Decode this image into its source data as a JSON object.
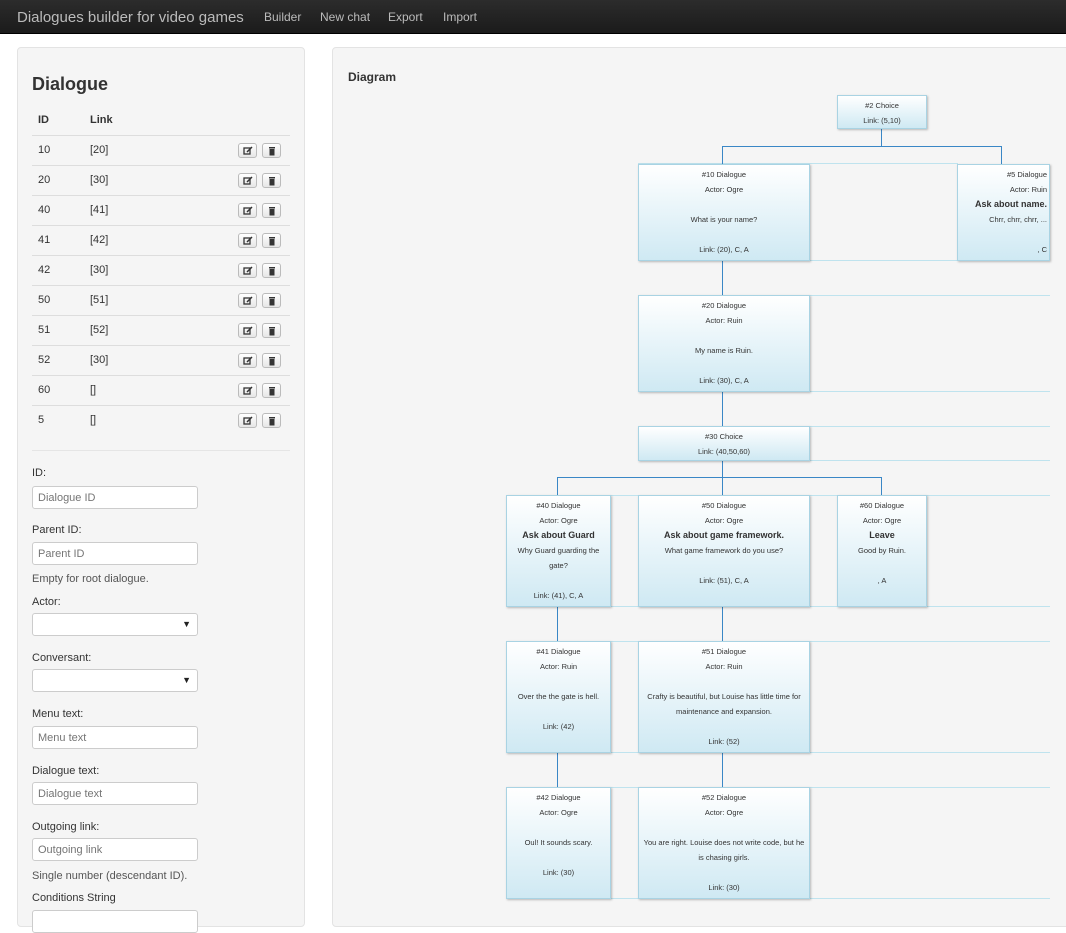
{
  "navbar": {
    "brand": "Dialogues builder for video games",
    "links": [
      "Builder",
      "New chat",
      "Export",
      "Import"
    ]
  },
  "sidebar": {
    "title": "Dialogue",
    "columns": [
      "ID",
      "Link"
    ],
    "rows": [
      {
        "id": "10",
        "link": "[20]"
      },
      {
        "id": "20",
        "link": "[30]"
      },
      {
        "id": "40",
        "link": "[41]"
      },
      {
        "id": "41",
        "link": "[42]"
      },
      {
        "id": "42",
        "link": "[30]"
      },
      {
        "id": "50",
        "link": "[51]"
      },
      {
        "id": "51",
        "link": "[52]"
      },
      {
        "id": "52",
        "link": "[30]"
      },
      {
        "id": "60",
        "link": "[]"
      },
      {
        "id": "5",
        "link": "[]"
      }
    ]
  },
  "form": {
    "id_label": "ID:",
    "id_placeholder": "Dialogue ID",
    "parent_label": "Parent ID:",
    "parent_placeholder": "Parent ID",
    "parent_help": "Empty for root dialogue.",
    "actor_label": "Actor:",
    "actor_value": "",
    "conversant_label": "Conversant:",
    "conversant_value": "",
    "menu_label": "Menu text:",
    "menu_placeholder": "Menu text",
    "dialogue_label": "Dialogue text:",
    "dialogue_placeholder": "Dialogue text",
    "outgoing_label": "Outgoing link:",
    "outgoing_placeholder": "Outgoing link",
    "outgoing_help": "Single number (descendant ID).",
    "conditions_label": "Conditions String"
  },
  "diagram": {
    "title": "Diagram",
    "nodes": {
      "n2": {
        "lines": [
          "#2 Choice",
          "Link: (5,10)"
        ]
      },
      "n10": {
        "lines": [
          "#10 Dialogue",
          "Actor: Ogre",
          "",
          "What is your name?",
          "",
          "Link: (20), C, A"
        ]
      },
      "n5": {
        "lines": [
          "#5 Dialogue",
          "Actor: Ruin",
          "Ask about name.",
          "Chrr, chrr, chrr, ...",
          "",
          ", C"
        ]
      },
      "n20": {
        "lines": [
          "#20 Dialogue",
          "Actor: Ruin",
          "",
          "My name is Ruin.",
          "",
          "Link: (30), C, A"
        ]
      },
      "n30": {
        "lines": [
          "#30 Choice",
          "Link: (40,50,60)"
        ]
      },
      "n40": {
        "lines": [
          "#40 Dialogue",
          "Actor: Ogre",
          "Ask about Guard",
          "Why Guard guarding the",
          "gate?",
          "",
          "Link: (41), C, A"
        ]
      },
      "n50": {
        "lines": [
          "#50 Dialogue",
          "Actor: Ogre",
          "Ask about game framework.",
          "What game framework do you use?",
          "",
          "Link: (51), C, A"
        ]
      },
      "n60": {
        "lines": [
          "#60 Dialogue",
          "Actor: Ogre",
          "Leave",
          "Good by Ruin.",
          "",
          ", A"
        ]
      },
      "n41": {
        "lines": [
          "#41 Dialogue",
          "Actor: Ruin",
          "",
          "Over the the gate is hell.",
          "",
          "Link: (42)"
        ]
      },
      "n51": {
        "lines": [
          "#51 Dialogue",
          "Actor: Ruin",
          "",
          "Crafty is beautiful, but Louise has little time for",
          "maintenance and expansion.",
          "",
          "Link: (52)"
        ]
      },
      "n42": {
        "lines": [
          "#42 Dialogue",
          "Actor: Ogre",
          "",
          "Oul! It sounds scary.",
          "",
          "Link: (30)"
        ]
      },
      "n52": {
        "lines": [
          "#52 Dialogue",
          "Actor: Ogre",
          "",
          "You are right. Louise does not write code, but he",
          "is chasing girls.",
          "",
          "Link: (30)"
        ]
      }
    }
  },
  "colors": {
    "accent": "#3a87c6",
    "node_border": "#a9d3e3",
    "navbar": "#1b1b1b"
  }
}
